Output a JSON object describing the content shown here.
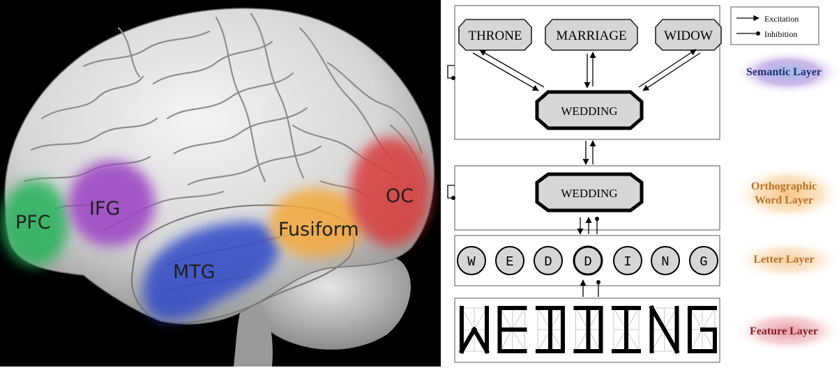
{
  "brain": {
    "regions": [
      {
        "id": "pfc",
        "label": "PFC",
        "color": "#25b35a"
      },
      {
        "id": "ifg",
        "label": "IFG",
        "color": "#9a3fc2"
      },
      {
        "id": "mtg",
        "label": "MTG",
        "color": "#2f48c8"
      },
      {
        "id": "fusiform",
        "label": "Fusiform",
        "color": "#f5a83a"
      },
      {
        "id": "oc",
        "label": "OC",
        "color": "#d83a3a"
      }
    ]
  },
  "diagram": {
    "semantic_nodes": [
      "THRONE",
      "MARRIAGE",
      "WIDOW"
    ],
    "semantic_target": "WEDDING",
    "ortho_word": "WEDDING",
    "letters": [
      "W",
      "E",
      "D",
      "D",
      "I",
      "N",
      "G"
    ],
    "feature_word": "WEDDING",
    "legend": {
      "excitation": "Excitation",
      "inhibition": "Inhibition"
    },
    "layers": [
      {
        "id": "semantic",
        "lines": [
          "Semantic Layer"
        ],
        "color": "#1e2f78",
        "glow": [
          "#6fb6dc",
          "#b48be0"
        ]
      },
      {
        "id": "orthographic",
        "lines": [
          "Orthographic",
          "Word Layer"
        ],
        "color": "#b8732a",
        "glow": [
          "#f5c27a",
          "#f7d39d"
        ]
      },
      {
        "id": "letter",
        "lines": [
          "Letter Layer"
        ],
        "color": "#b8732a",
        "glow": [
          "#f5c88e",
          "#f7d9ad"
        ]
      },
      {
        "id": "feature",
        "lines": [
          "Feature Layer"
        ],
        "color": "#8a1e2a",
        "glow": [
          "#e08a92",
          "#eaa8ae"
        ]
      }
    ]
  }
}
